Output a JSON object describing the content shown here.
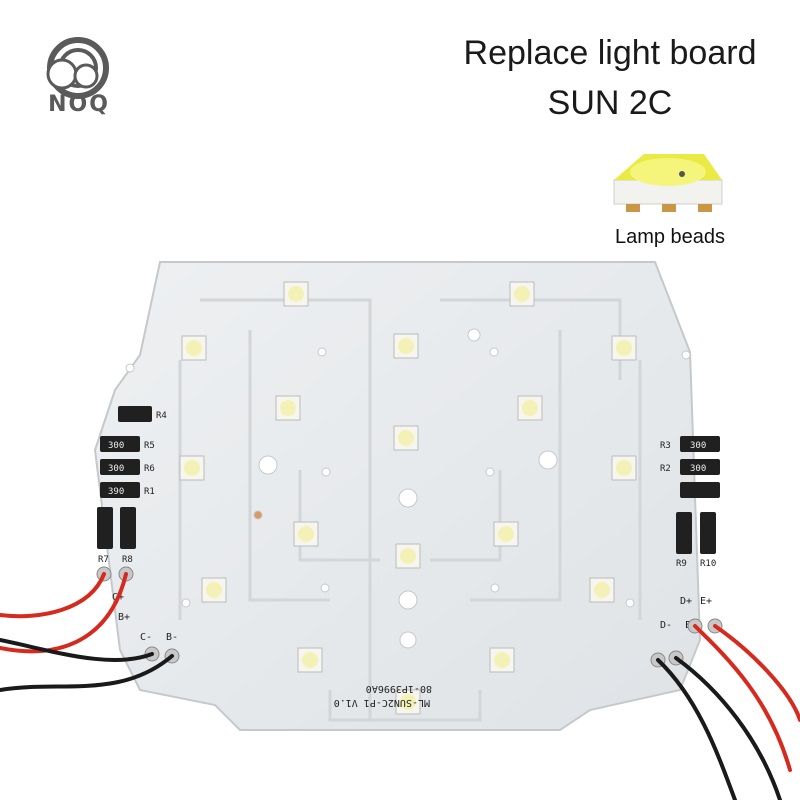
{
  "brand": {
    "logo_text": "NOQ"
  },
  "headline": {
    "line1": "Replace light board",
    "line2": "SUN 2C"
  },
  "lamp": {
    "caption": "Lamp beads"
  },
  "board": {
    "model_text_1": "ML-SUN2C-P1 V1.0",
    "model_text_2": "80-1P3996A0",
    "resistor_labels": [
      "R1",
      "R2",
      "R3",
      "R4",
      "R5",
      "R6",
      "R7",
      "R8",
      "R9",
      "R10"
    ],
    "resistor_codes": [
      "300",
      "300",
      "390",
      "300",
      "300"
    ],
    "terminal_labels": [
      "B-",
      "C-",
      "B+",
      "C+",
      "D-",
      "E-",
      "D+",
      "E+"
    ],
    "colors": {
      "pcb": "#e8ebed",
      "trace": "#d6dadd",
      "wire_red": "#d62a1e",
      "wire_black": "#1a1a1a",
      "led": "#fbf9e4"
    }
  }
}
